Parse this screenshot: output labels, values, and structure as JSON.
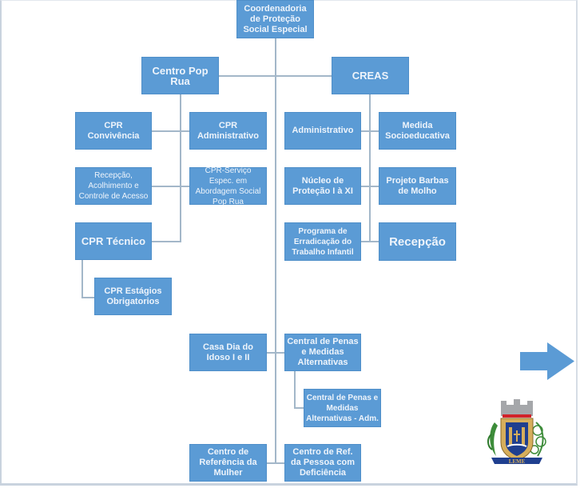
{
  "chart": {
    "root": "Coordenadoria de Proteção Social Especial",
    "centro_pop": {
      "title": "Centro Pop Rua",
      "children": [
        "CPR Convivência",
        "CPR Administrativo",
        "Recepção, Acolhimento e Controle de Acesso",
        "CPR-Serviço Espec. em Abordagem Social Pop Rua",
        "CPR Técnico",
        "CPR Estágios Obrigatorios"
      ]
    },
    "creas": {
      "title": "CREAS",
      "children": [
        "Administrativo",
        "Medida Socioeducativa",
        "Núcleo de Proteção I à XI",
        "Projeto Barbas de Molho",
        "Programa de Erradicação do Trabalho Infantil",
        "Recepção"
      ]
    },
    "others": [
      "Casa Dia do Idoso I e II",
      "Central de Penas e Medidas Alternativas",
      "Central de Penas e Medidas Alternativas - Adm.",
      "Centro de Referência da Mulher",
      "Centro de Ref. da Pessoa com Deficiência"
    ]
  },
  "decor": {
    "next_arrow_icon": "arrow-right",
    "logo": "Leme coat of arms",
    "logo_text": "LEME",
    "box_color": "#5b9bd5",
    "line_color": "#a3b7c9"
  }
}
